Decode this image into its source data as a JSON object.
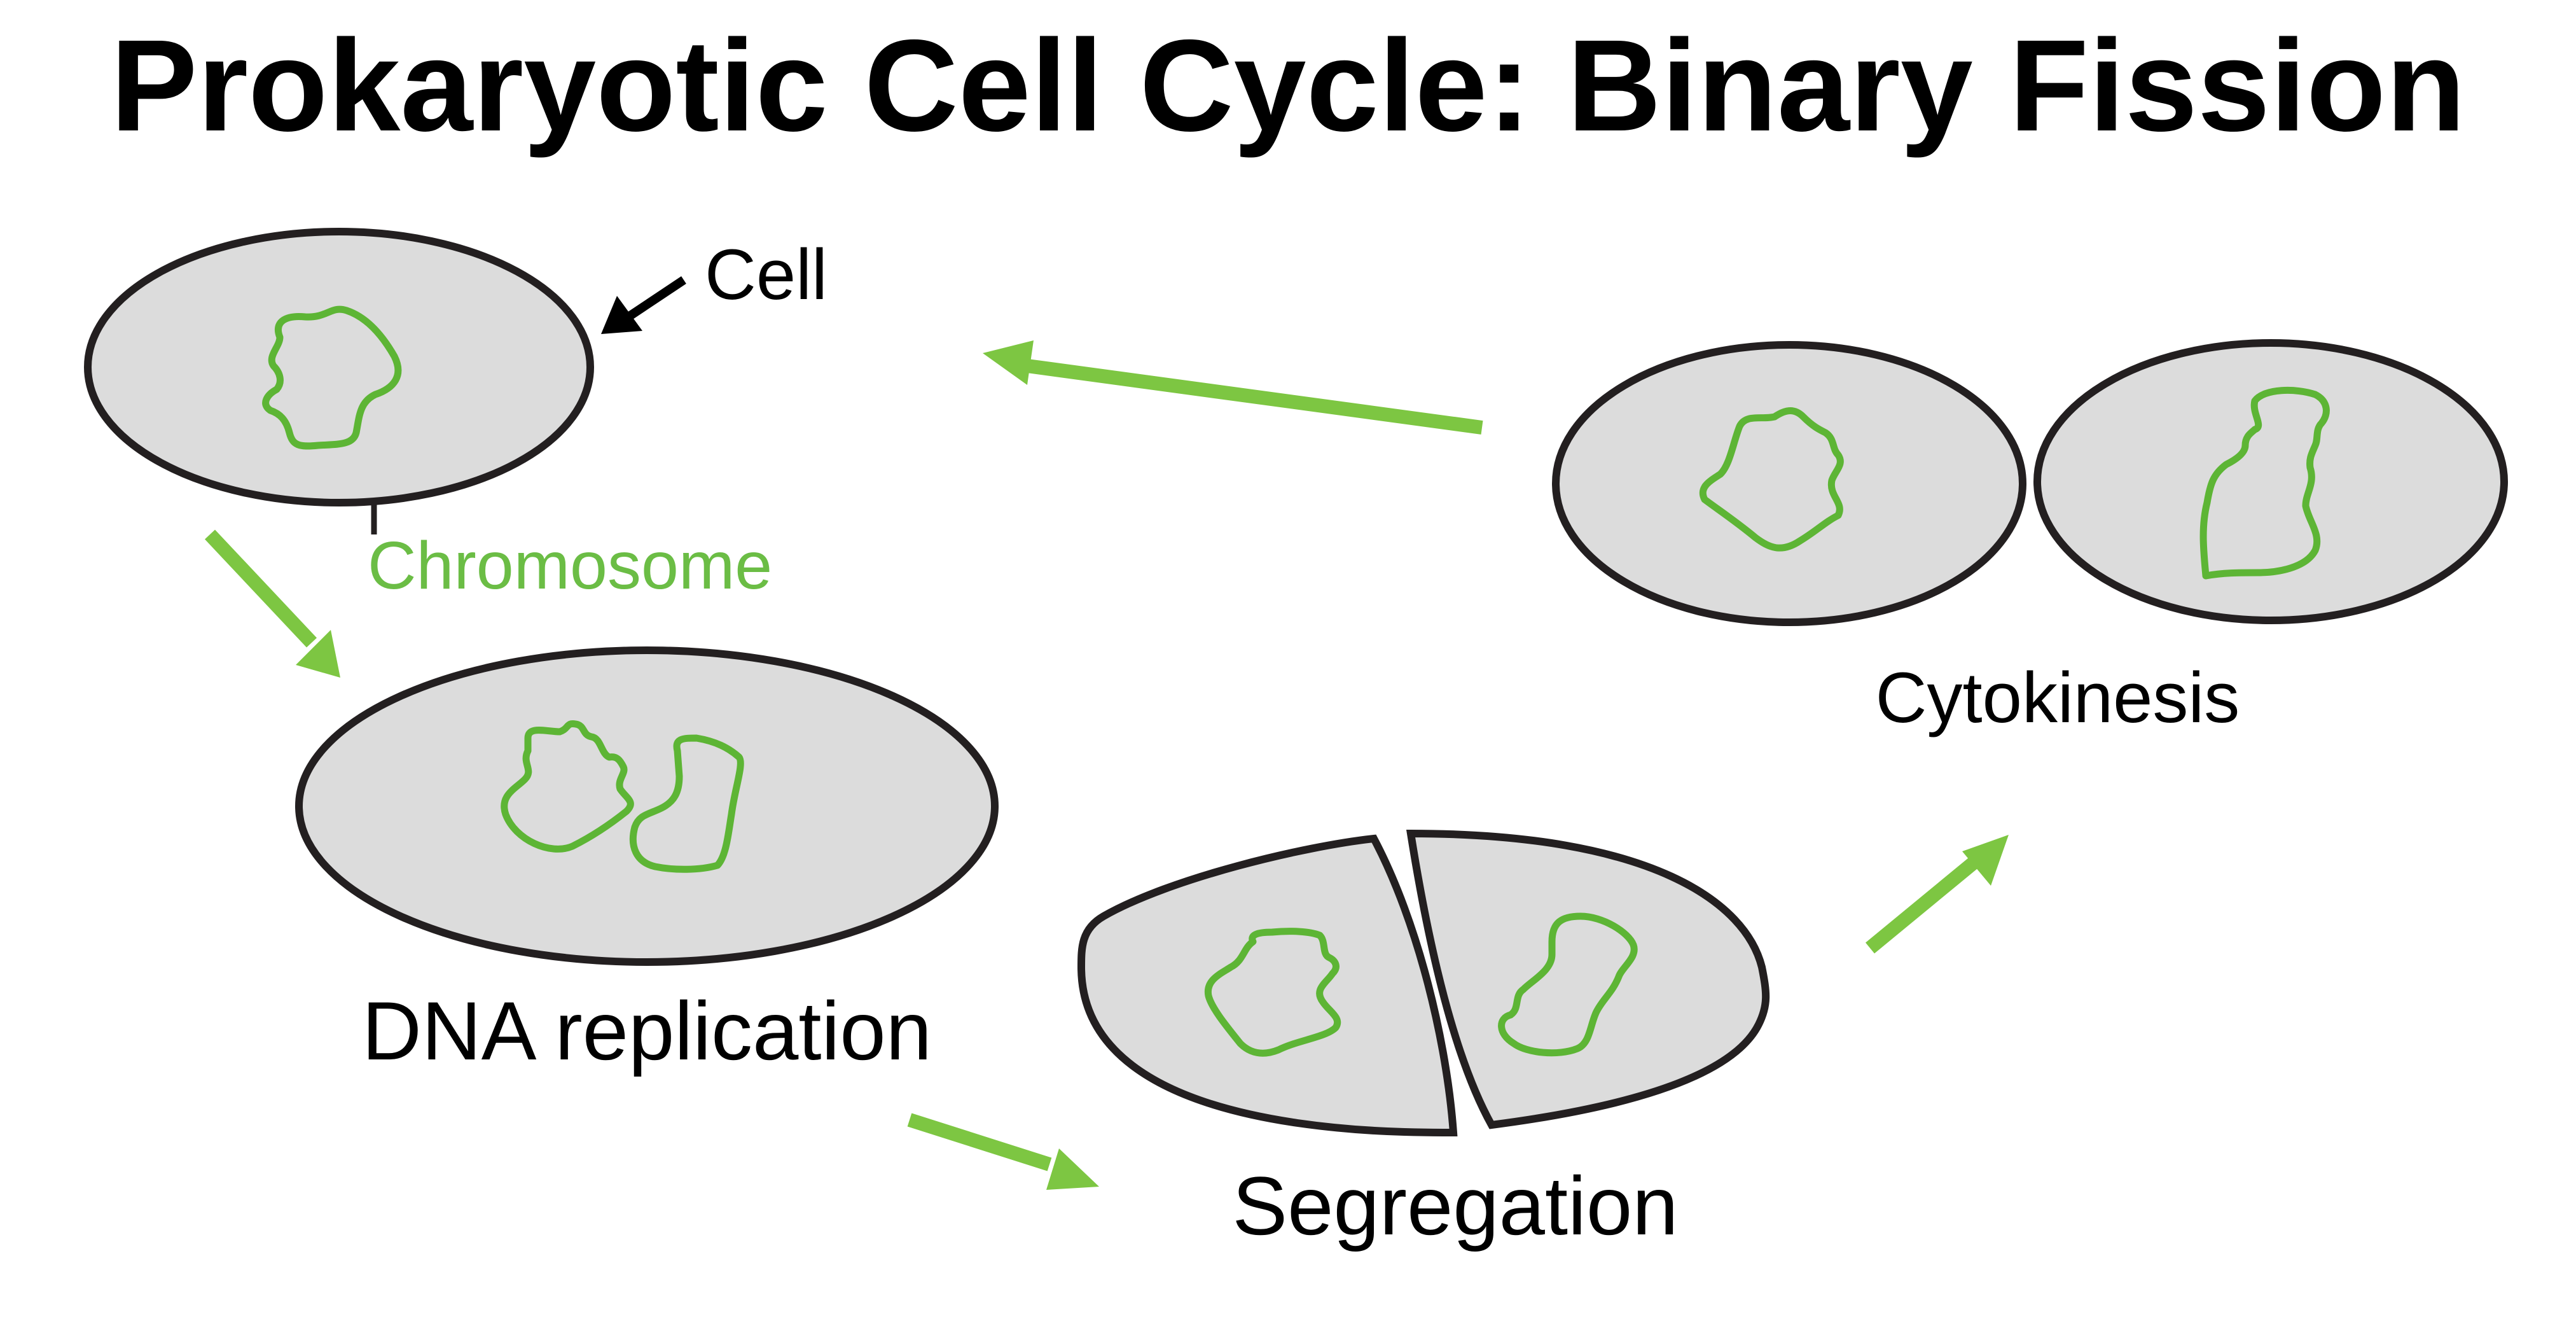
{
  "title": "Prokaryotic Cell Cycle: Binary Fission",
  "labels": {
    "cell": "Cell",
    "chromosome": "Chromosome",
    "dna_replication": "DNA replication",
    "segregation": "Segregation",
    "cytokinesis": "Cytokinesis"
  },
  "colors": {
    "title": "#000000",
    "text": "#000000",
    "chromosome": "#5db535",
    "chromosome_label": "#6bbd45",
    "cycle_arrow": "#7dc642",
    "pointer_arrow": "#000000",
    "cell_fill": "#dcdcdc",
    "cell_outline": "#231f20"
  }
}
